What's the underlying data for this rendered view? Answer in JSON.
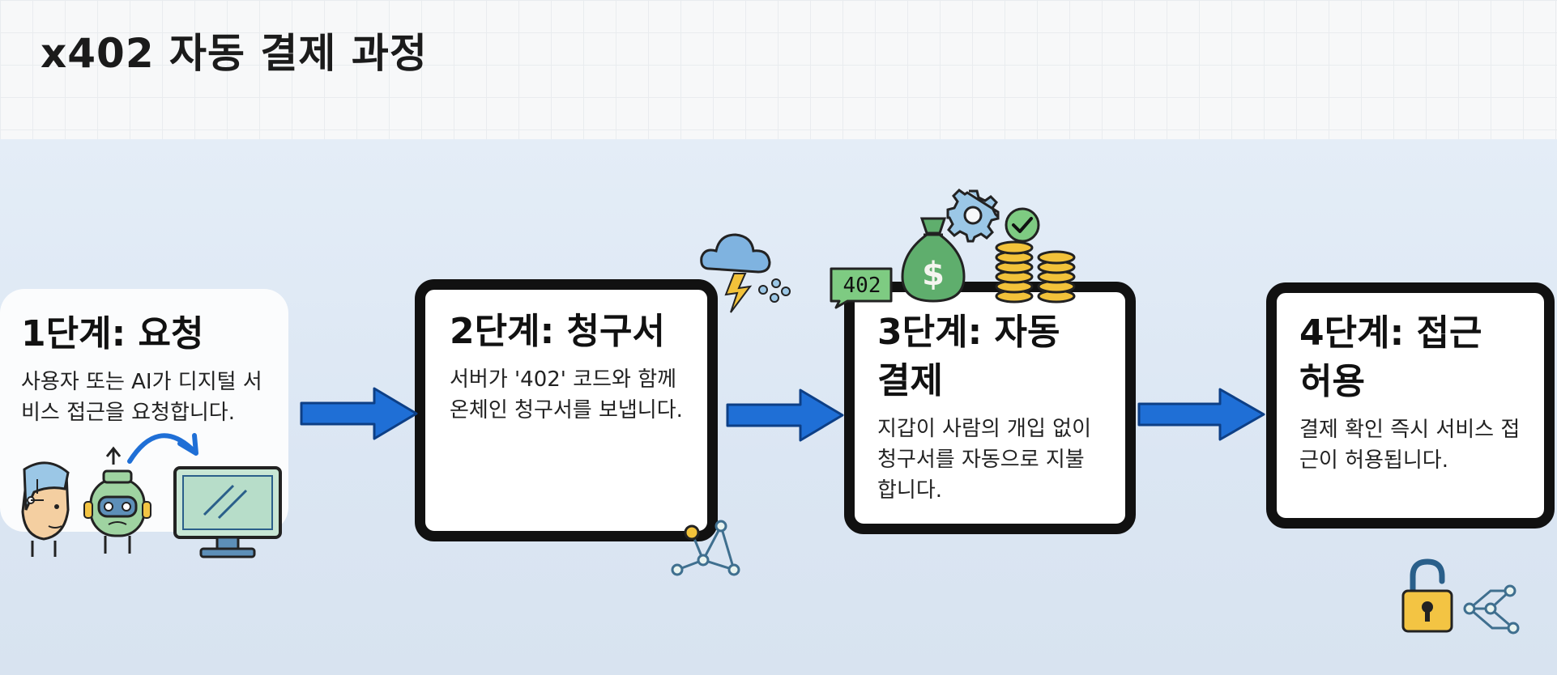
{
  "title": "x402 자동 결제 과정",
  "steps": [
    {
      "heading": "1단계: 요청",
      "body": "사용자 또는 AI가 디지털 서비스 접근을 요청합니다."
    },
    {
      "heading": "2단계: 청구서",
      "body": "서버가 '402' 코드와 함께 온체인 청구서를 보냅니다."
    },
    {
      "heading": "3단계: 자동 결제",
      "body": "지갑이 사람의 개입 없이 청구서를 자동으로 지불합니다."
    },
    {
      "heading": "4단계: 접근 허용",
      "body": "결제 확인 즉시 서비스 접근이 허용됩니다."
    }
  ],
  "badge_402": "402",
  "icons": [
    "person-icon",
    "robot-icon",
    "monitor-icon",
    "cloud-lightning-icon",
    "money-bag-icon",
    "gear-icon",
    "check-icon",
    "coins-icon",
    "padlock-open-icon",
    "network-icon",
    "flow-arrow-icon"
  ],
  "colors": {
    "arrow": "#1f6fd6",
    "card_border": "#111111",
    "money_green": "#5fae6d",
    "coin_gold": "#f2c23a",
    "lock_gold": "#f3c443"
  }
}
